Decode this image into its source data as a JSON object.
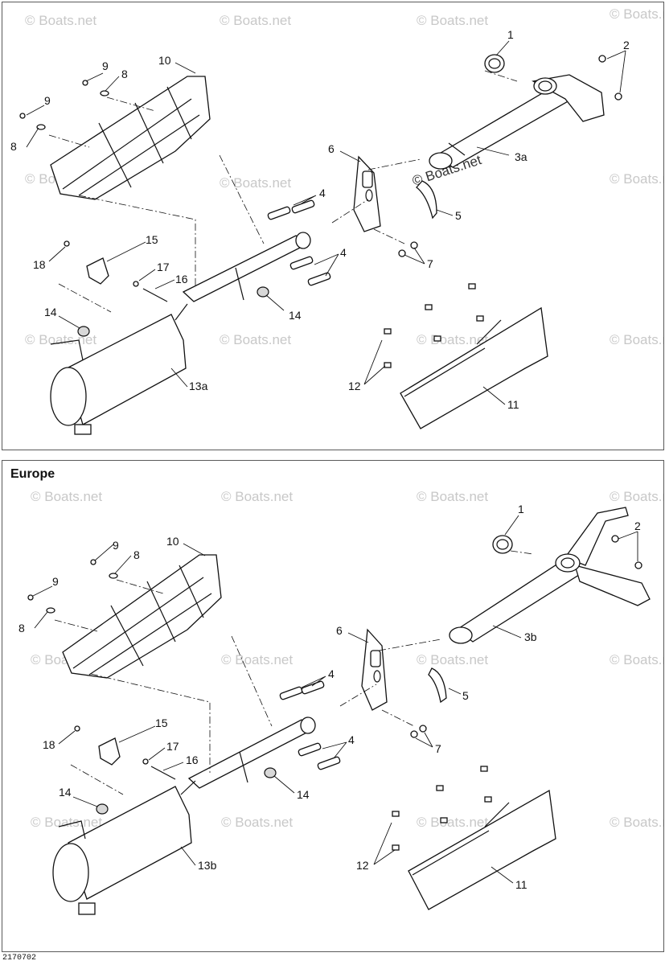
{
  "diagram": {
    "figure_id": "2170702",
    "watermark": "© Boats.net",
    "europe_label": "Europe",
    "top_callouts": [
      "1",
      "2",
      "3a",
      "4",
      "4",
      "5",
      "6",
      "7",
      "8",
      "8",
      "9",
      "9",
      "10",
      "11",
      "12",
      "13a",
      "14",
      "14",
      "15",
      "16",
      "17",
      "18"
    ],
    "bottom_callouts": [
      "1",
      "2",
      "3b",
      "4",
      "4",
      "5",
      "6",
      "7",
      "8",
      "8",
      "9",
      "9",
      "10",
      "11",
      "12",
      "13b",
      "14",
      "14",
      "15",
      "16",
      "17",
      "18"
    ]
  }
}
